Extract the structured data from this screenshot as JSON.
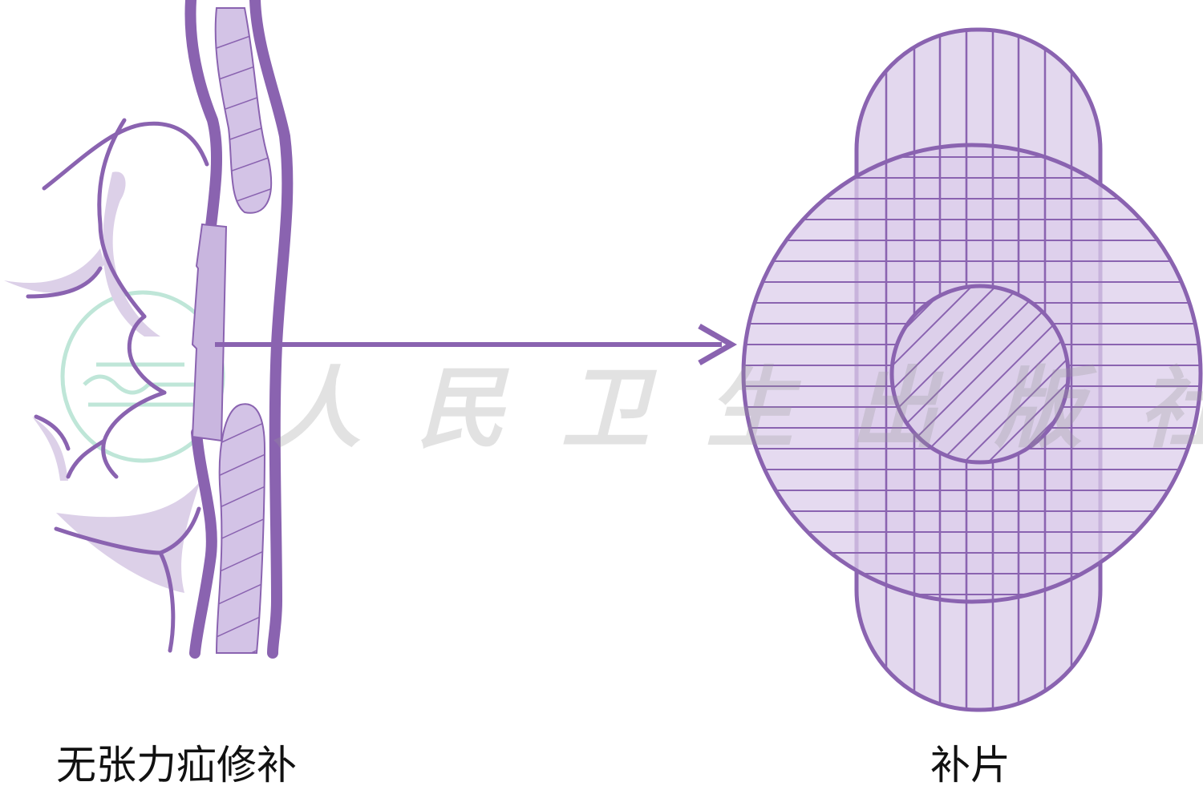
{
  "labels": {
    "left": "无张力疝修补",
    "right": "补片"
  },
  "watermark": "人民卫生出版社",
  "colors": {
    "stroke": "#8a63b0",
    "fill": "#dcd0e8",
    "watermark_logo": "#bfe6d8"
  }
}
